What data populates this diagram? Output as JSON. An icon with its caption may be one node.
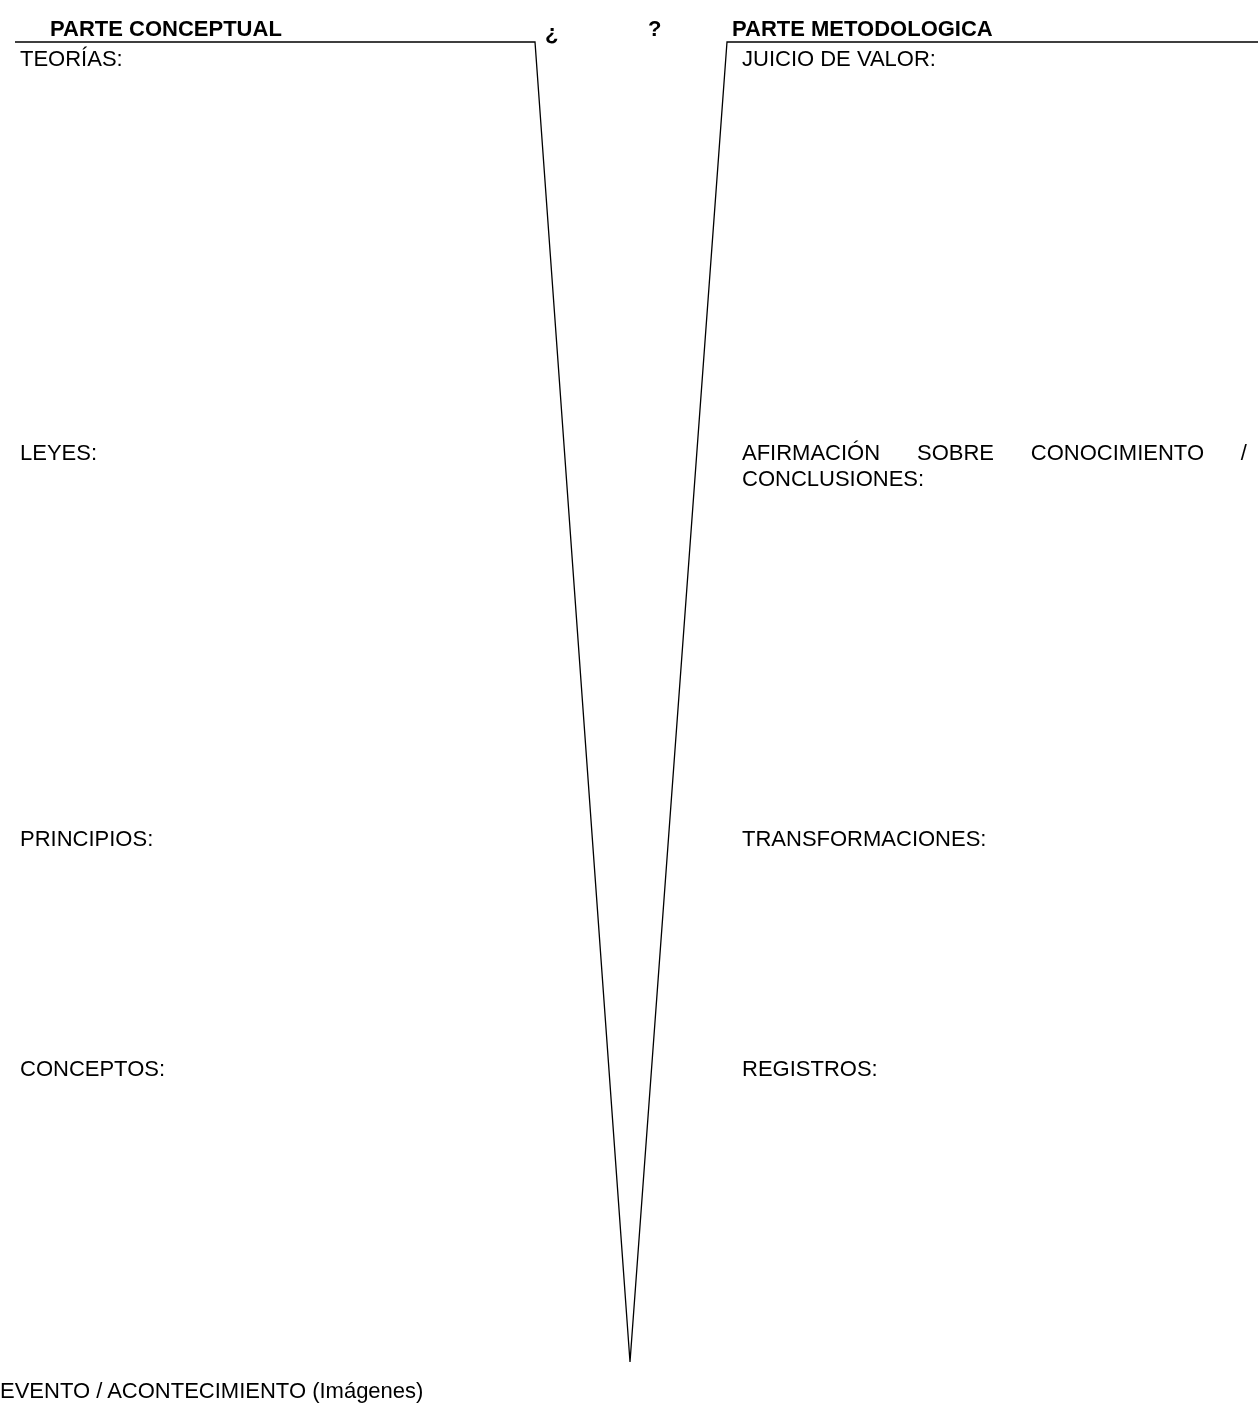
{
  "diagram": {
    "labels": [
      "PARTE CONCEPTUAL",
      "¿",
      "?",
      "PARTE METODOLOGICA",
      "TEORÍAS:",
      "JUICIO DE VALOR:",
      "LEYES:",
      "AFIRMACIÓN SOBRE CONOCIMIENTO / CONCLUSIONES:",
      "PRINCIPIOS:",
      "TRANSFORMACIONES:",
      "CONCEPTOS:",
      "REGISTROS:",
      "EVENTO / ACONTECIMIENTO (Imágenes)"
    ]
  }
}
